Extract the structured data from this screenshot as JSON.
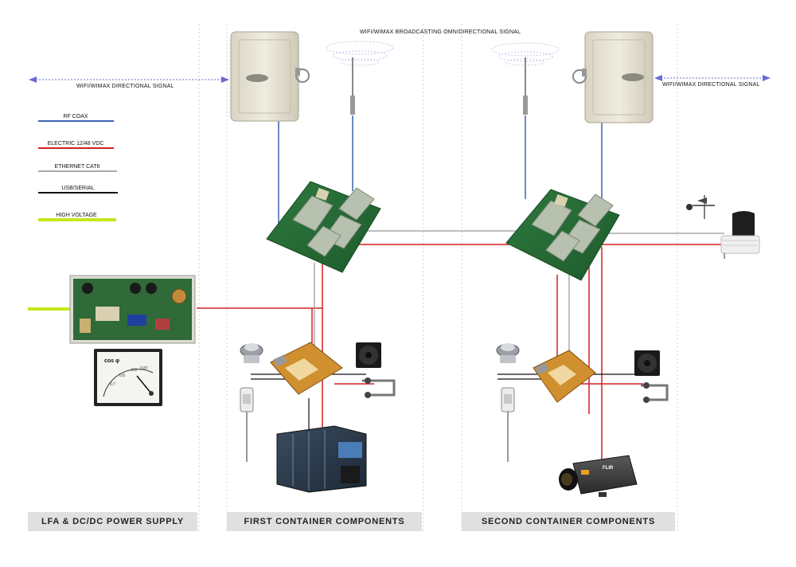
{
  "signals": {
    "omni": "WIFI/WIMAX BROADCASTING OMNIDIRECTIONAL SIGNAL",
    "left_directional": "WIFI/WIMAX DIRECTIONAL SIGNAL",
    "right_directional": "WIFI/WIMAX  DIRECTIONAL SIGNAL"
  },
  "legend": [
    {
      "label": "RF COAX",
      "color": "#3b63b0"
    },
    {
      "label": "ELECTRIC 12/48 VDC",
      "color": "#d42020"
    },
    {
      "label": "ETHERNET CAT6",
      "color": "#a8a8a8"
    },
    {
      "label": "USB/SERIAL",
      "color": "#111111"
    },
    {
      "label": "HIGH VOLTAGE",
      "color": "#c4e81a"
    }
  ],
  "sections": {
    "power": "LFA & DC/DC POWER SUPPLY",
    "first": "FIRST CONTAINER COMPONENTS",
    "second": "SECOND CONTAINER COMPONENTS"
  },
  "meter": {
    "cos_label": "cos φ",
    "scale": [
      "0.6",
      "0.7",
      "0.8",
      "0.9",
      "0.87",
      "0.5",
      "0.5",
      "0.9"
    ]
  },
  "camera_brand": "FLIR"
}
